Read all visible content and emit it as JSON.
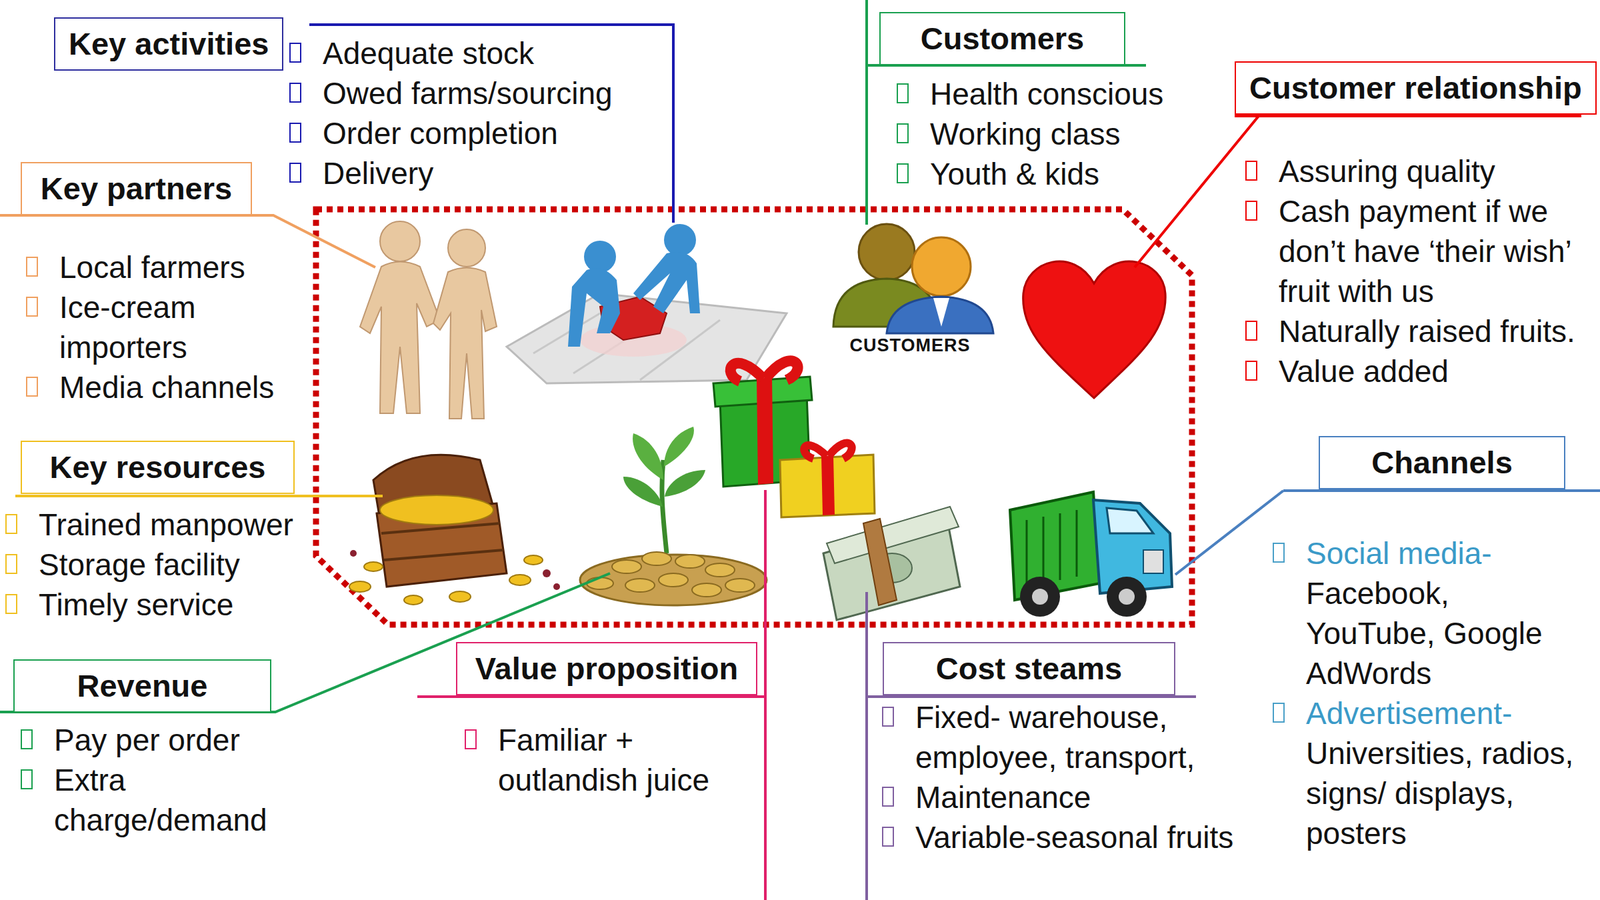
{
  "diagram": {
    "nodes": [
      {
        "text": [
          "Key activities",
          "Adequate stock",
          "Owed farms/sourcing",
          "Order completion",
          "Delivery"
        ]
      },
      {
        "text": [
          "Customers",
          "Health conscious",
          "Working class",
          "Youth & kids"
        ]
      },
      {
        "text": [
          "Customer relationship",
          "Assuring quality",
          "Cash payment if we don’t have ‘their wish’ fruit with us",
          "Naturally raised fruits.",
          "Value added"
        ]
      },
      {
        "text": [
          "Key partners",
          "Local farmers",
          "Ice-cream importers",
          "Media channels"
        ]
      },
      {
        "text": [
          "Key resources",
          "Trained manpower",
          "Storage facility",
          "Timely service"
        ]
      },
      {
        "text": [
          "Channels",
          "Social media-",
          "Facebook, YouTube, Google AdWords",
          "Advertisement-",
          "Universities, radios, signs/ displays, posters"
        ]
      },
      {
        "text": [
          "Revenue",
          "Pay per order",
          "Extra charge/demand"
        ]
      },
      {
        "text": [
          "Value proposition",
          "Familiar + outlandish juice"
        ]
      },
      {
        "text": [
          "Cost steams",
          "Fixed- warehouse, employee, transport,",
          "Maintenance",
          "Variable-seasonal fruits"
        ]
      }
    ],
    "labels": [
      "CUSTOMERS"
    ]
  }
}
